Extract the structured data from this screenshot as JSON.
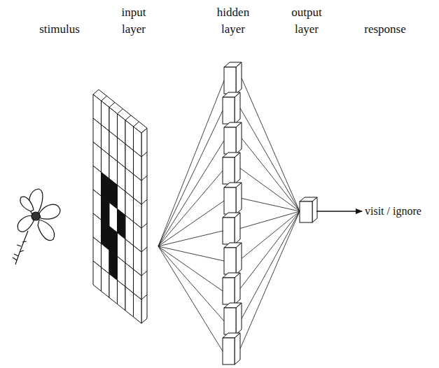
{
  "diagram": {
    "labels": [
      "stimulus",
      "input layer",
      "hidden layer",
      "output layer",
      "response",
      "visit / ignore"
    ]
  }
}
